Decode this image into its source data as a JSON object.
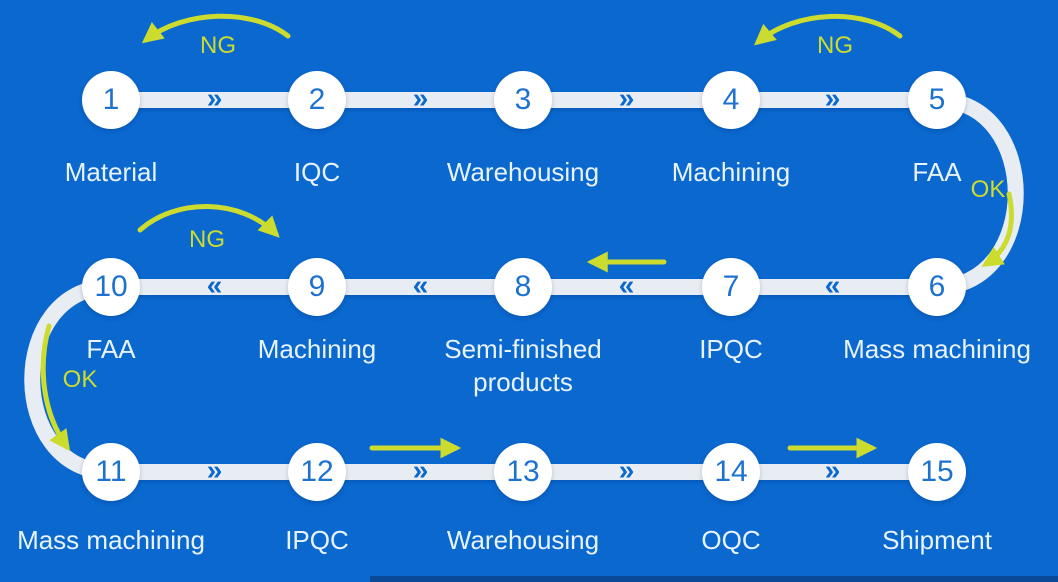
{
  "colors": {
    "background": "#0a68cf",
    "bar": "#e8edf3",
    "node_fill": "#ffffff",
    "node_number": "#1e72cf",
    "label_text": "#e8f3fc",
    "accent_yellow": "#cbdc2e",
    "footer_strip": "#0a4898"
  },
  "icons": {
    "chevron_right": "»",
    "chevron_left": "«"
  },
  "rows": [
    {
      "direction": "right",
      "nodes": [
        {
          "number": "1",
          "label": "Material"
        },
        {
          "number": "2",
          "label": "IQC"
        },
        {
          "number": "3",
          "label": "Warehousing"
        },
        {
          "number": "4",
          "label": "Machining"
        },
        {
          "number": "5",
          "label": "FAA"
        }
      ]
    },
    {
      "direction": "left",
      "nodes": [
        {
          "number": "10",
          "label": "FAA"
        },
        {
          "number": "9",
          "label": "Machining"
        },
        {
          "number": "8",
          "label": "Semi-finished products"
        },
        {
          "number": "7",
          "label": "IPQC"
        },
        {
          "number": "6",
          "label": "Mass machining"
        }
      ]
    },
    {
      "direction": "right",
      "nodes": [
        {
          "number": "11",
          "label": "Mass machining"
        },
        {
          "number": "12",
          "label": "IPQC"
        },
        {
          "number": "13",
          "label": "Warehousing"
        },
        {
          "number": "14",
          "label": "OQC"
        },
        {
          "number": "15",
          "label": "Shipment"
        }
      ]
    }
  ],
  "annotations": {
    "ng_iqc": "NG",
    "ng_faa_top": "NG",
    "ng_faa_mid": "NG",
    "ok_right": "OK",
    "ok_left": "OK"
  }
}
